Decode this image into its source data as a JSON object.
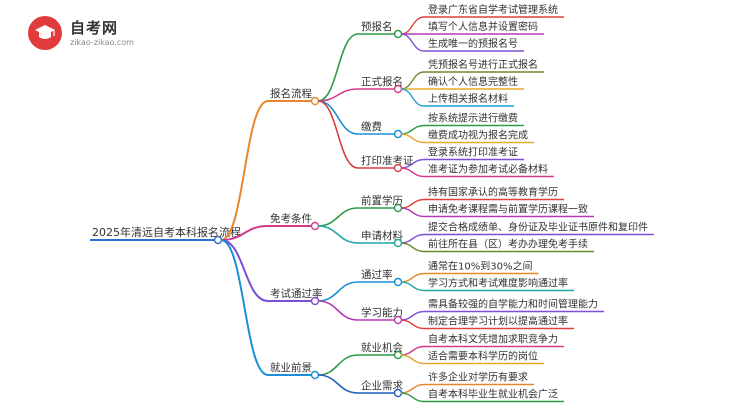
{
  "logo": {
    "title": "自考网",
    "subtitle": "zikao-zikao.com",
    "icon": "graduation-cap-icon"
  },
  "colors": {
    "trunk": "#2f6bd4"
  },
  "root": "2025年清远自考本科报名流程",
  "branches": [
    {
      "label": "报名流程",
      "color": "#e8872a",
      "children": [
        {
          "label": "预报名",
          "color": "#2e9a48",
          "leaves": [
            {
              "label": "登录广东省自学考试管理系统",
              "color": "#e0413a"
            },
            {
              "label": "填写个人信息并设置密码",
              "color": "#b43ab8"
            },
            {
              "label": "生成唯一的预报名号",
              "color": "#7b4fd6"
            }
          ]
        },
        {
          "label": "正式报名",
          "color": "#d63a8c",
          "leaves": [
            {
              "label": "凭预报名号进行正式报名",
              "color": "#6b8a2a"
            },
            {
              "label": "确认个人信息完整性",
              "color": "#e5a92a"
            },
            {
              "label": "上传相关报名材料",
              "color": "#1f9fd0"
            }
          ]
        },
        {
          "label": "缴费",
          "color": "#1a8fd6",
          "leaves": [
            {
              "label": "按系统提示进行缴费",
              "color": "#2e9a48"
            },
            {
              "label": "缴费成功视为报名完成",
              "color": "#e5a92a"
            }
          ]
        },
        {
          "label": "打印准考证",
          "color": "#d64040",
          "leaves": [
            {
              "label": "登录系统打印准考证",
              "color": "#7b4fd6"
            },
            {
              "label": "准考证为参加考试必备材料",
              "color": "#d63a8c"
            }
          ]
        }
      ]
    },
    {
      "label": "免考条件",
      "color": "#d63a8c",
      "children": [
        {
          "label": "前置学历",
          "color": "#2e9a48",
          "leaves": [
            {
              "label": "持有国家承认的高等教育学历",
              "color": "#e0413a"
            },
            {
              "label": "申请免考课程需与前置学历课程一致",
              "color": "#b43ab8"
            }
          ]
        },
        {
          "label": "申请材料",
          "color": "#1fa7a0",
          "leaves": [
            {
              "label": "提交合格成绩单、身份证及毕业证书原件和复印件",
              "color": "#7b4fd6"
            },
            {
              "label": "前往所在县（区）考办办理免考手续",
              "color": "#6b8a2a"
            }
          ]
        }
      ]
    },
    {
      "label": "考试通过率",
      "color": "#7b4fd6",
      "children": [
        {
          "label": "通过率",
          "color": "#1a8fd6",
          "leaves": [
            {
              "label": "通常在10%到30%之间",
              "color": "#e8872a"
            },
            {
              "label": "学习方式和考试难度影响通过率",
              "color": "#1fa7a0"
            }
          ]
        },
        {
          "label": "学习能力",
          "color": "#b43ab8",
          "leaves": [
            {
              "label": "需具备较强的自学能力和时间管理能力",
              "color": "#7b4fd6"
            },
            {
              "label": "制定合理学习计划以提高通过率",
              "color": "#e0413a"
            }
          ]
        }
      ]
    },
    {
      "label": "就业前景",
      "color": "#1a8fd6",
      "children": [
        {
          "label": "就业机会",
          "color": "#2e9a48",
          "leaves": [
            {
              "label": "自考本科文凭增加求职竞争力",
              "color": "#d63a8c"
            },
            {
              "label": "适合需要本科学历的岗位",
              "color": "#e5a92a"
            }
          ]
        },
        {
          "label": "企业需求",
          "color": "#1f5fbf",
          "leaves": [
            {
              "label": "许多企业对学历有要求",
              "color": "#e8872a"
            },
            {
              "label": "自考本科毕业生就业机会广泛",
              "color": "#2e9a48"
            }
          ]
        }
      ]
    }
  ]
}
